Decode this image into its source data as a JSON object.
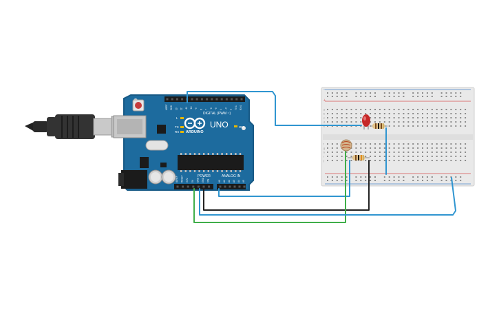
{
  "board": {
    "brand": "ARDUINO",
    "model": "UNO",
    "digital_header": "DIGITAL (PWM ~)",
    "power_header": "POWER",
    "analog_header": "ANALOG IN",
    "on_label": "ON",
    "led_labels": [
      "L",
      "TX",
      "RX"
    ],
    "digital_pins": [
      "AREF",
      "GND",
      "13",
      "12",
      "~11",
      "~10",
      "~9",
      "8",
      "7",
      "~6",
      "~5",
      "4",
      "~3",
      "2",
      "TX 1",
      "RX 0"
    ],
    "power_pins": [
      "IOREF",
      "RESET",
      "3.3V",
      "5V",
      "GND",
      "GND",
      "VIN"
    ],
    "analog_pins": [
      "A0",
      "A1",
      "A2",
      "A3",
      "A4",
      "A5"
    ]
  },
  "breadboard": {
    "columns": 30,
    "row_letters": [
      "a",
      "b",
      "c",
      "d",
      "e",
      "f",
      "g",
      "h",
      "i",
      "j"
    ],
    "rail_plus": "+",
    "rail_minus": "-"
  },
  "colors": {
    "board": "#1d6b9e",
    "board_edge": "#175985",
    "wire_blue": "#2f95d0",
    "wire_black": "#222222",
    "wire_green": "#3fae49",
    "led": "#c62828",
    "rail_red": "#d65151",
    "rail_blue": "#4a86c8"
  },
  "components": [
    "usb-cable",
    "arduino-uno",
    "breadboard",
    "red-led",
    "resistor",
    "photoresistor"
  ]
}
